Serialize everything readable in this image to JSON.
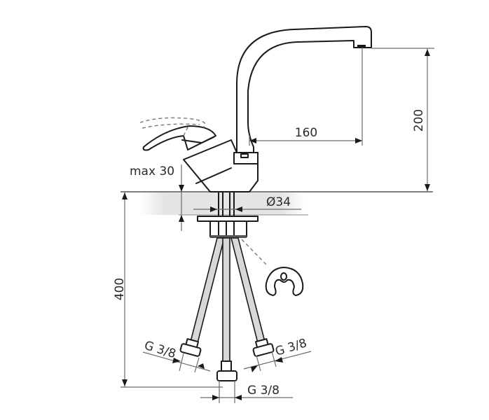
{
  "figure": {
    "subject": "Single-lever kitchen faucet with swivel spout — installation dimensions",
    "units": "mm",
    "colors": {
      "outline": "#1a1a1a",
      "dimension_line": "#6b6b6b",
      "hose_fill": "#d8d8d8",
      "countertop_shade": "#e6e6e6",
      "background": "#ffffff"
    }
  },
  "dimensions": {
    "spout_reach": {
      "label": "160"
    },
    "spout_height": {
      "label": "200"
    },
    "countertop_thickness": {
      "label": "max 30"
    },
    "mounting_hole": {
      "label": "Ø34"
    },
    "hose_length": {
      "label": "400"
    },
    "hose_left_thread": {
      "label": "G 3/8"
    },
    "hose_right_thread": {
      "label": "G 3/8"
    },
    "hose_center_thread": {
      "label": "G 3/8"
    }
  },
  "parts": {
    "lever": "handle-lever",
    "lever_raised": "handle-lever-raised-dashed",
    "body": "faucet-body",
    "spout": "swivel-spout",
    "aerator": "aerator",
    "countertop": "countertop-section",
    "mounting_plate": "mounting-plate",
    "mounting_washer": "horseshoe-washer",
    "hoses": [
      "left-supply-hose",
      "center-supply-hose",
      "right-supply-hose"
    ]
  }
}
